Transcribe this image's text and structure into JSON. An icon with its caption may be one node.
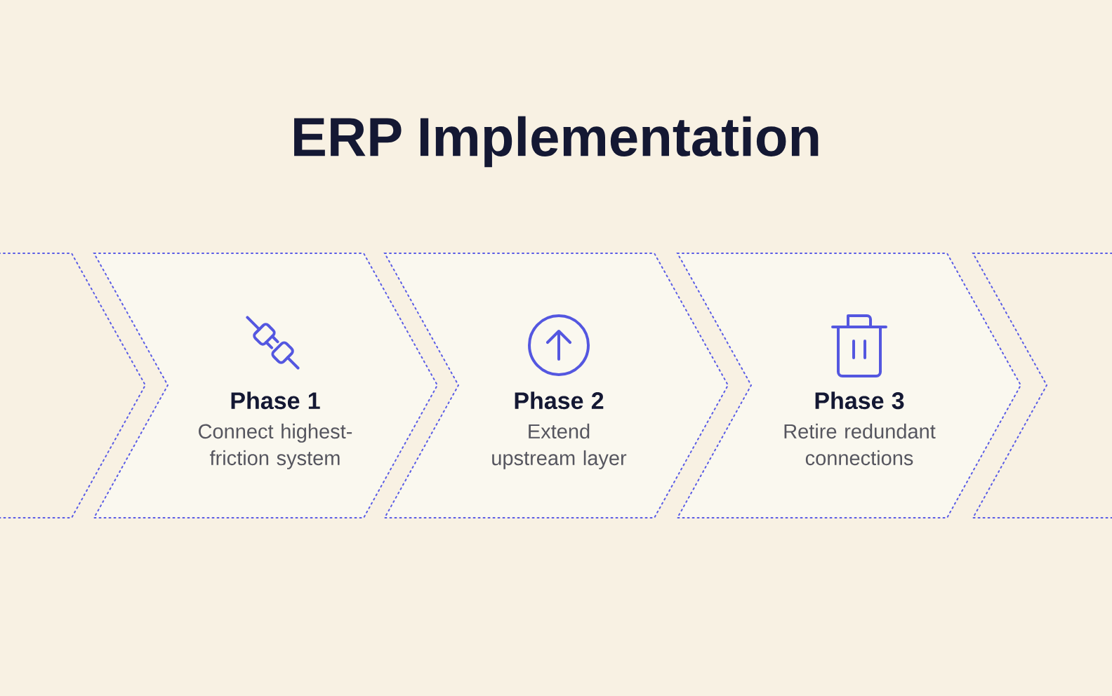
{
  "diagram": {
    "title": "ERP Implementation",
    "nodes": [
      {
        "text": [],
        "shape": "chevron"
      },
      {
        "text": [
          "Phase 1",
          "Connect highest-friction system"
        ]
      },
      {
        "text": [
          "Phase 2",
          "Extend upstream layer"
        ]
      },
      {
        "text": [
          "Phase 3",
          "Retire redundant connections"
        ]
      },
      {
        "text": [],
        "shape": "chevron"
      }
    ]
  }
}
